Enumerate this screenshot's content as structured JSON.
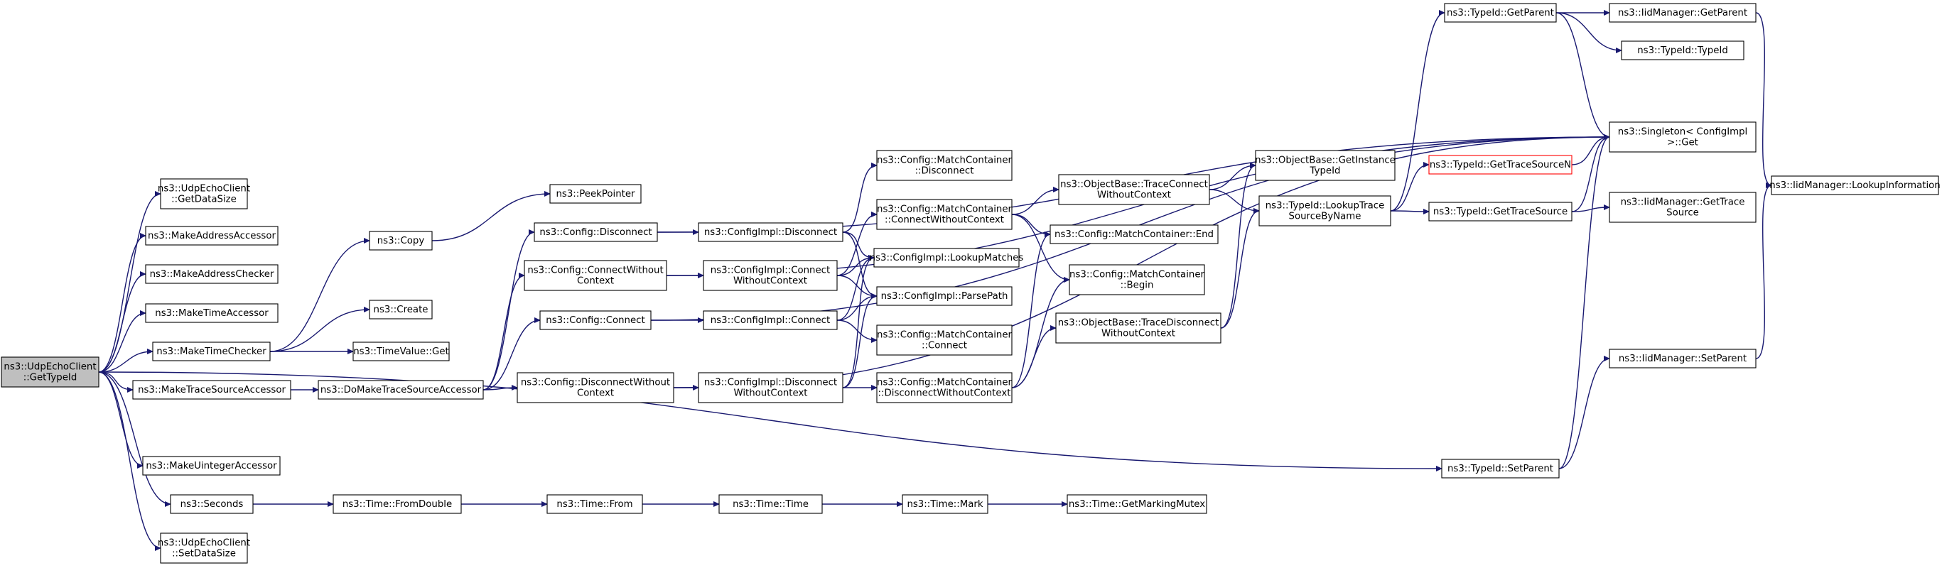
{
  "diagram": {
    "type": "call-graph",
    "colors": {
      "edge": "#191970",
      "root_fill": "#bfbfbf",
      "node_fill": "#ffffff",
      "node_border": "#000000",
      "truncated_border": "#ff0000"
    },
    "nodes": [
      {
        "id": "root",
        "lines": [
          "ns3::UdpEchoClient",
          "::GetTypeId"
        ],
        "root": true
      },
      {
        "id": "getDataSize",
        "lines": [
          "ns3::UdpEchoClient",
          "::GetDataSize"
        ]
      },
      {
        "id": "makeAddrAcc",
        "lines": [
          "ns3::MakeAddressAccessor"
        ]
      },
      {
        "id": "makeAddrChk",
        "lines": [
          "ns3::MakeAddressChecker"
        ]
      },
      {
        "id": "makeTimeAcc",
        "lines": [
          "ns3::MakeTimeAccessor"
        ]
      },
      {
        "id": "makeTimeChk",
        "lines": [
          "ns3::MakeTimeChecker"
        ]
      },
      {
        "id": "makeTraceAcc",
        "lines": [
          "ns3::MakeTraceSourceAccessor"
        ]
      },
      {
        "id": "makeUintAcc",
        "lines": [
          "ns3::MakeUintegerAccessor"
        ]
      },
      {
        "id": "seconds",
        "lines": [
          "ns3::Seconds"
        ]
      },
      {
        "id": "setDataSize",
        "lines": [
          "ns3::UdpEchoClient",
          "::SetDataSize"
        ]
      },
      {
        "id": "copy",
        "lines": [
          "ns3::Copy"
        ]
      },
      {
        "id": "create",
        "lines": [
          "ns3::Create"
        ]
      },
      {
        "id": "timeValueGet",
        "lines": [
          "ns3::TimeValue::Get"
        ]
      },
      {
        "id": "doMakeTrace",
        "lines": [
          "ns3::DoMakeTraceSourceAccessor"
        ]
      },
      {
        "id": "timeFromDouble",
        "lines": [
          "ns3::Time::FromDouble"
        ]
      },
      {
        "id": "peekPointer",
        "lines": [
          "ns3::PeekPointer"
        ]
      },
      {
        "id": "cfgDisconnect",
        "lines": [
          "ns3::Config::Disconnect"
        ]
      },
      {
        "id": "cfgConnectWoCtx",
        "lines": [
          "ns3::Config::ConnectWithout",
          "Context"
        ]
      },
      {
        "id": "cfgConnect",
        "lines": [
          "ns3::Config::Connect"
        ]
      },
      {
        "id": "cfgDisconnectWoCtx",
        "lines": [
          "ns3::Config::DisconnectWithout",
          "Context"
        ]
      },
      {
        "id": "timeFrom",
        "lines": [
          "ns3::Time::From"
        ]
      },
      {
        "id": "implDisconnect",
        "lines": [
          "ns3::ConfigImpl::Disconnect"
        ]
      },
      {
        "id": "implConnectWoCtx",
        "lines": [
          "ns3::ConfigImpl::Connect",
          "WithoutContext"
        ]
      },
      {
        "id": "implConnect",
        "lines": [
          "ns3::ConfigImpl::Connect"
        ]
      },
      {
        "id": "implDisconnectWoCtx",
        "lines": [
          "ns3::ConfigImpl::Disconnect",
          "WithoutContext"
        ]
      },
      {
        "id": "timeTime",
        "lines": [
          "ns3::Time::Time"
        ]
      },
      {
        "id": "mcDisconnect",
        "lines": [
          "ns3::Config::MatchContainer",
          "::Disconnect"
        ]
      },
      {
        "id": "mcConnectWoCtx",
        "lines": [
          "ns3::Config::MatchContainer",
          "::ConnectWithoutContext"
        ]
      },
      {
        "id": "lookupMatches",
        "lines": [
          "ns3::ConfigImpl::LookupMatches"
        ]
      },
      {
        "id": "parsePath",
        "lines": [
          "ns3::ConfigImpl::ParsePath"
        ]
      },
      {
        "id": "mcConnect",
        "lines": [
          "ns3::Config::MatchContainer",
          "::Connect"
        ]
      },
      {
        "id": "mcDisconnectWoCtx",
        "lines": [
          "ns3::Config::MatchContainer",
          "::DisconnectWithoutContext"
        ]
      },
      {
        "id": "timeMark",
        "lines": [
          "ns3::Time::Mark"
        ]
      },
      {
        "id": "obTraceConnectWoCtx",
        "lines": [
          "ns3::ObjectBase::TraceConnect",
          "WithoutContext"
        ]
      },
      {
        "id": "mcEnd",
        "lines": [
          "ns3::Config::MatchContainer::End"
        ]
      },
      {
        "id": "mcBegin",
        "lines": [
          "ns3::Config::MatchContainer",
          "::Begin"
        ]
      },
      {
        "id": "obTraceDisconnectWoCtx",
        "lines": [
          "ns3::ObjectBase::TraceDisconnect",
          "WithoutContext"
        ]
      },
      {
        "id": "timeGetMarkingMutex",
        "lines": [
          "ns3::Time::GetMarkingMutex"
        ]
      },
      {
        "id": "obGetInstanceTypeId",
        "lines": [
          "ns3::ObjectBase::GetInstance",
          "TypeId"
        ]
      },
      {
        "id": "lookupTraceSrcByName",
        "lines": [
          "ns3::TypeId::LookupTrace",
          "SourceByName"
        ]
      },
      {
        "id": "typeIdGetParent",
        "lines": [
          "ns3::TypeId::GetParent"
        ]
      },
      {
        "id": "getTraceSourceN",
        "lines": [
          "ns3::TypeId::GetTraceSourceN"
        ],
        "truncated": true
      },
      {
        "id": "getTraceSource",
        "lines": [
          "ns3::TypeId::GetTraceSource"
        ]
      },
      {
        "id": "typeIdSetParent",
        "lines": [
          "ns3::TypeId::SetParent"
        ]
      },
      {
        "id": "iidGetParent",
        "lines": [
          "ns3::IidManager::GetParent"
        ]
      },
      {
        "id": "typeIdTypeId",
        "lines": [
          "ns3::TypeId::TypeId"
        ]
      },
      {
        "id": "singletonGet",
        "lines": [
          "ns3::Singleton< ConfigImpl",
          ">::Get"
        ]
      },
      {
        "id": "iidGetTraceSource",
        "lines": [
          "ns3::IidManager::GetTrace",
          "Source"
        ]
      },
      {
        "id": "iidSetParent",
        "lines": [
          "ns3::IidManager::SetParent"
        ]
      },
      {
        "id": "iidLookupInfo",
        "lines": [
          "ns3::IidManager::LookupInformation"
        ]
      }
    ],
    "edges": [
      [
        "root",
        "getDataSize"
      ],
      [
        "root",
        "makeAddrAcc"
      ],
      [
        "root",
        "makeAddrChk"
      ],
      [
        "root",
        "makeTimeAcc"
      ],
      [
        "root",
        "makeTimeChk"
      ],
      [
        "root",
        "makeTraceAcc"
      ],
      [
        "root",
        "makeUintAcc"
      ],
      [
        "root",
        "seconds"
      ],
      [
        "root",
        "setDataSize"
      ],
      [
        "root",
        "typeIdSetParent"
      ],
      [
        "makeTimeChk",
        "copy"
      ],
      [
        "makeTimeChk",
        "create"
      ],
      [
        "makeTimeChk",
        "timeValueGet"
      ],
      [
        "makeTraceAcc",
        "doMakeTrace"
      ],
      [
        "seconds",
        "timeFromDouble"
      ],
      [
        "timeFromDouble",
        "timeFrom"
      ],
      [
        "timeFrom",
        "timeTime"
      ],
      [
        "timeTime",
        "timeMark"
      ],
      [
        "timeMark",
        "timeGetMarkingMutex"
      ],
      [
        "copy",
        "peekPointer"
      ],
      [
        "doMakeTrace",
        "cfgDisconnect"
      ],
      [
        "doMakeTrace",
        "cfgConnectWoCtx"
      ],
      [
        "doMakeTrace",
        "cfgConnect"
      ],
      [
        "doMakeTrace",
        "cfgDisconnectWoCtx"
      ],
      [
        "cfgDisconnect",
        "implDisconnect"
      ],
      [
        "cfgDisconnect",
        "singletonGet"
      ],
      [
        "cfgConnectWoCtx",
        "implConnectWoCtx"
      ],
      [
        "cfgConnectWoCtx",
        "singletonGet"
      ],
      [
        "cfgConnect",
        "implConnect"
      ],
      [
        "cfgConnect",
        "singletonGet"
      ],
      [
        "cfgDisconnectWoCtx",
        "implDisconnectWoCtx"
      ],
      [
        "cfgDisconnectWoCtx",
        "singletonGet"
      ],
      [
        "implDisconnect",
        "mcDisconnect"
      ],
      [
        "implDisconnect",
        "lookupMatches"
      ],
      [
        "implDisconnect",
        "parsePath"
      ],
      [
        "implConnectWoCtx",
        "mcConnectWoCtx"
      ],
      [
        "implConnectWoCtx",
        "lookupMatches"
      ],
      [
        "implConnectWoCtx",
        "parsePath"
      ],
      [
        "implConnect",
        "lookupMatches"
      ],
      [
        "implConnect",
        "parsePath"
      ],
      [
        "implConnect",
        "mcConnect"
      ],
      [
        "implDisconnectWoCtx",
        "lookupMatches"
      ],
      [
        "implDisconnectWoCtx",
        "parsePath"
      ],
      [
        "implDisconnectWoCtx",
        "mcDisconnectWoCtx"
      ],
      [
        "mcConnectWoCtx",
        "obTraceConnectWoCtx"
      ],
      [
        "mcConnectWoCtx",
        "mcEnd"
      ],
      [
        "mcConnectWoCtx",
        "mcBegin"
      ],
      [
        "mcDisconnectWoCtx",
        "mcEnd"
      ],
      [
        "mcDisconnectWoCtx",
        "mcBegin"
      ],
      [
        "mcDisconnectWoCtx",
        "obTraceDisconnectWoCtx"
      ],
      [
        "obTraceConnectWoCtx",
        "obGetInstanceTypeId"
      ],
      [
        "obTraceConnectWoCtx",
        "lookupTraceSrcByName"
      ],
      [
        "obTraceDisconnectWoCtx",
        "obGetInstanceTypeId"
      ],
      [
        "obTraceDisconnectWoCtx",
        "lookupTraceSrcByName"
      ],
      [
        "lookupTraceSrcByName",
        "typeIdGetParent"
      ],
      [
        "lookupTraceSrcByName",
        "getTraceSourceN"
      ],
      [
        "lookupTraceSrcByName",
        "getTraceSource"
      ],
      [
        "typeIdGetParent",
        "iidGetParent"
      ],
      [
        "typeIdGetParent",
        "typeIdTypeId"
      ],
      [
        "typeIdGetParent",
        "singletonGet"
      ],
      [
        "getTraceSourceN",
        "singletonGet"
      ],
      [
        "getTraceSource",
        "singletonGet"
      ],
      [
        "getTraceSource",
        "iidGetTraceSource"
      ],
      [
        "typeIdSetParent",
        "singletonGet"
      ],
      [
        "typeIdSetParent",
        "iidSetParent"
      ],
      [
        "iidGetParent",
        "iidLookupInfo"
      ],
      [
        "iidSetParent",
        "iidLookupInfo"
      ]
    ]
  }
}
